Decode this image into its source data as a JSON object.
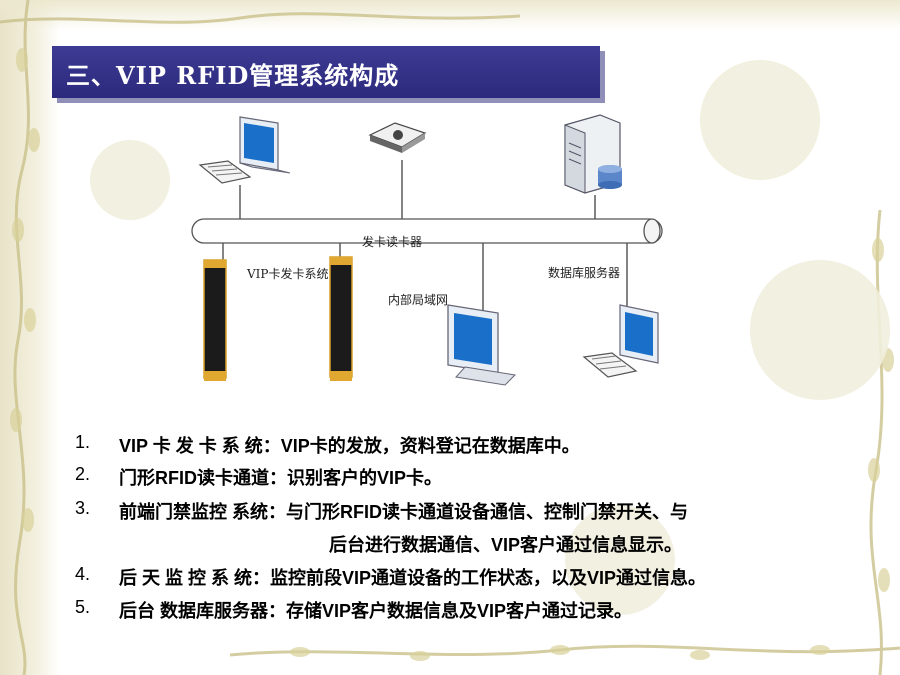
{
  "title": "三、VIP RFID管理系统构成",
  "diagram": {
    "labels": {
      "reader": "发卡读卡器",
      "issuing_system": "VIP卡发卡系统",
      "db_server": "数据库服务器",
      "lan": "内部局域网"
    }
  },
  "list": [
    {
      "num": "1.",
      "text": "VIP 卡 发 卡 系 统：VIP卡的发放，资料登记在数据库中。"
    },
    {
      "num": "2.",
      "text": "门形RFID读卡通道：识别客户的VIP卡。"
    },
    {
      "num": "3.",
      "text": "前端门禁监控 系统：与门形RFID读卡通道设备通信、控制门禁开关、与"
    },
    {
      "num": "",
      "text": "后台进行数据通信、VIP客户通过信息显示。"
    },
    {
      "num": "4.",
      "text": "后 天 监 控 系 统：监控前段VIP通道设备的工作状态，以及VIP通过信息。"
    },
    {
      "num": "5.",
      "text": "后台 数据库服务器：存储VIP客户数据信息及VIP客户通过记录。"
    }
  ],
  "colors": {
    "title_bg": "#2c2a7d",
    "title_text": "#ffffff",
    "accent_vine": "#b6ad73"
  }
}
